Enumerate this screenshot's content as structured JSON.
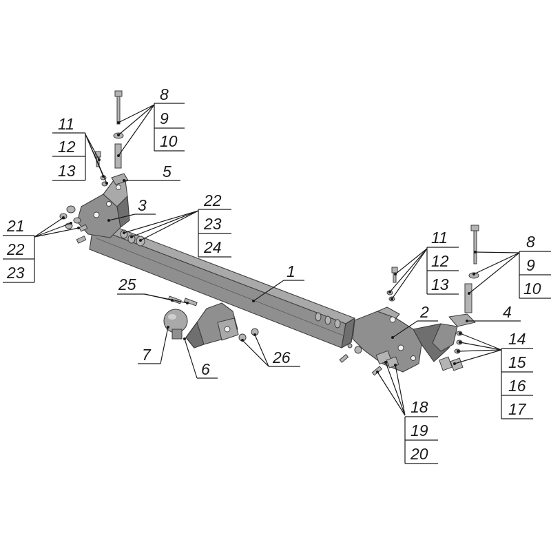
{
  "labels": {
    "l1": "1",
    "l2": "2",
    "l3": "3",
    "l4": "4",
    "l5": "5",
    "l6": "6",
    "l7": "7",
    "l8a": "8",
    "l9a": "9",
    "l10a": "10",
    "l11a": "11",
    "l12a": "12",
    "l13a": "13",
    "l8b": "8",
    "l9b": "9",
    "l10b": "10",
    "l11b": "11",
    "l12b": "12",
    "l13b": "13",
    "l14": "14",
    "l15": "15",
    "l16": "16",
    "l17": "17",
    "l18": "18",
    "l19": "19",
    "l20": "20",
    "l21": "21",
    "l22a": "22",
    "l23a": "23",
    "l22b": "22",
    "l23b": "23",
    "l24": "24",
    "l25": "25",
    "l26": "26"
  }
}
